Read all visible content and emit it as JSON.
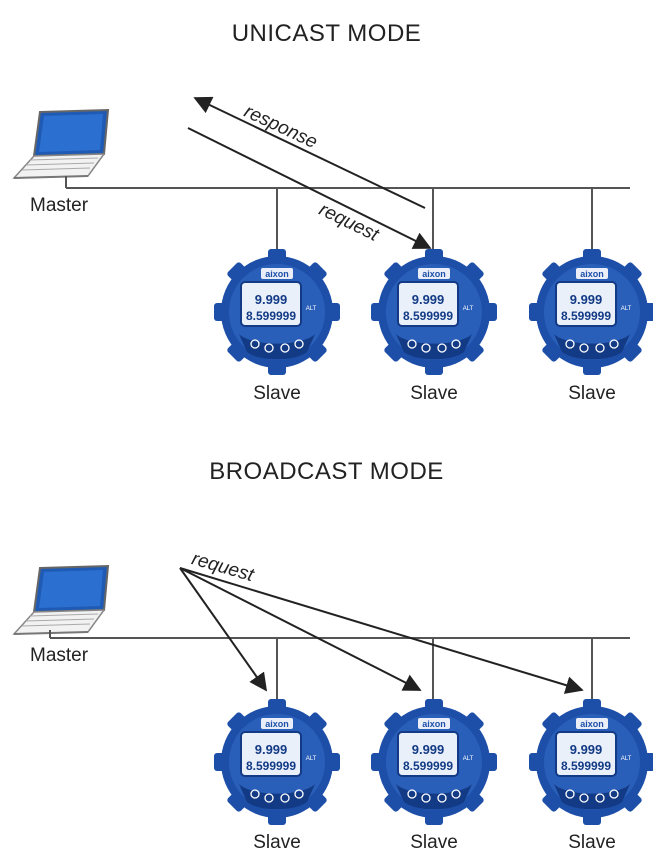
{
  "unicast": {
    "title": "UNICAST MODE",
    "master_label": "Master",
    "response_label": "response",
    "request_label": "request",
    "slaves": [
      "Slave",
      "Slave",
      "Slave"
    ]
  },
  "broadcast": {
    "title": "BROADCAST MODE",
    "master_label": "Master",
    "request_label": "request",
    "slaves": [
      "Slave",
      "Slave",
      "Slave"
    ]
  },
  "device": {
    "brand": "aixon",
    "line1": "9.999",
    "line2": "8.599999",
    "side_label": "ALT"
  },
  "icons": {
    "master": "laptop-icon",
    "slave": "meter-device-icon"
  },
  "colors": {
    "device_blue": "#1d4fa8",
    "device_dark": "#123a85",
    "screen_bg": "#e9eef8",
    "line": "#555555",
    "arrow": "#222222"
  }
}
